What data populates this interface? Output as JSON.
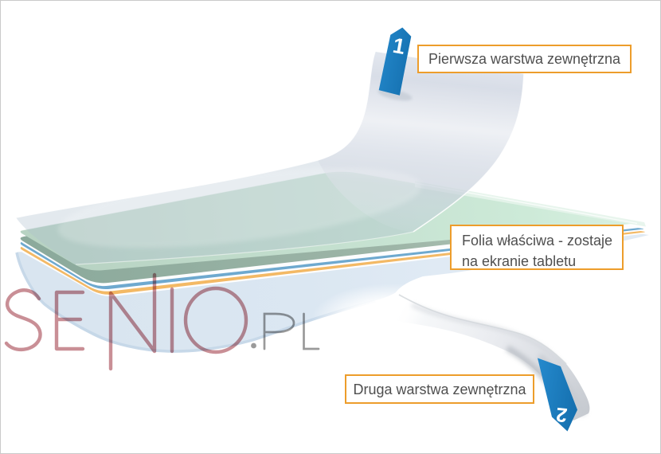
{
  "diagram": {
    "title_context": "screen protector film layers diagram",
    "labels": {
      "first_layer": "Pierwsza warstwa zewnętrzna",
      "film_line1": "Folia właściwa - zostaje",
      "film_line2": "na ekranie tabletu",
      "second_layer": "Druga warstwa zewnętrzna"
    },
    "tabs": {
      "tab1": "1",
      "tab2": "2"
    }
  },
  "watermark": {
    "brand": "SENIO",
    "suffix": ".PL",
    "text": "SENIO.PL"
  },
  "colors": {
    "tab_blue": "#1a7dc2",
    "label_border_orange": "#ed9d2b",
    "label_text_gray": "#4f4f4f",
    "film_green": "#c9e5d4",
    "film_green_side": "#92ad9f",
    "edge_blue_line": "#6ea9cf",
    "edge_orange_line": "#f3b965",
    "bottom_film_blue": "#d9e5f0",
    "watermark_pink": "#c98f96",
    "watermark_gray": "#9a9a9a",
    "frame_border": "#cacaca"
  }
}
